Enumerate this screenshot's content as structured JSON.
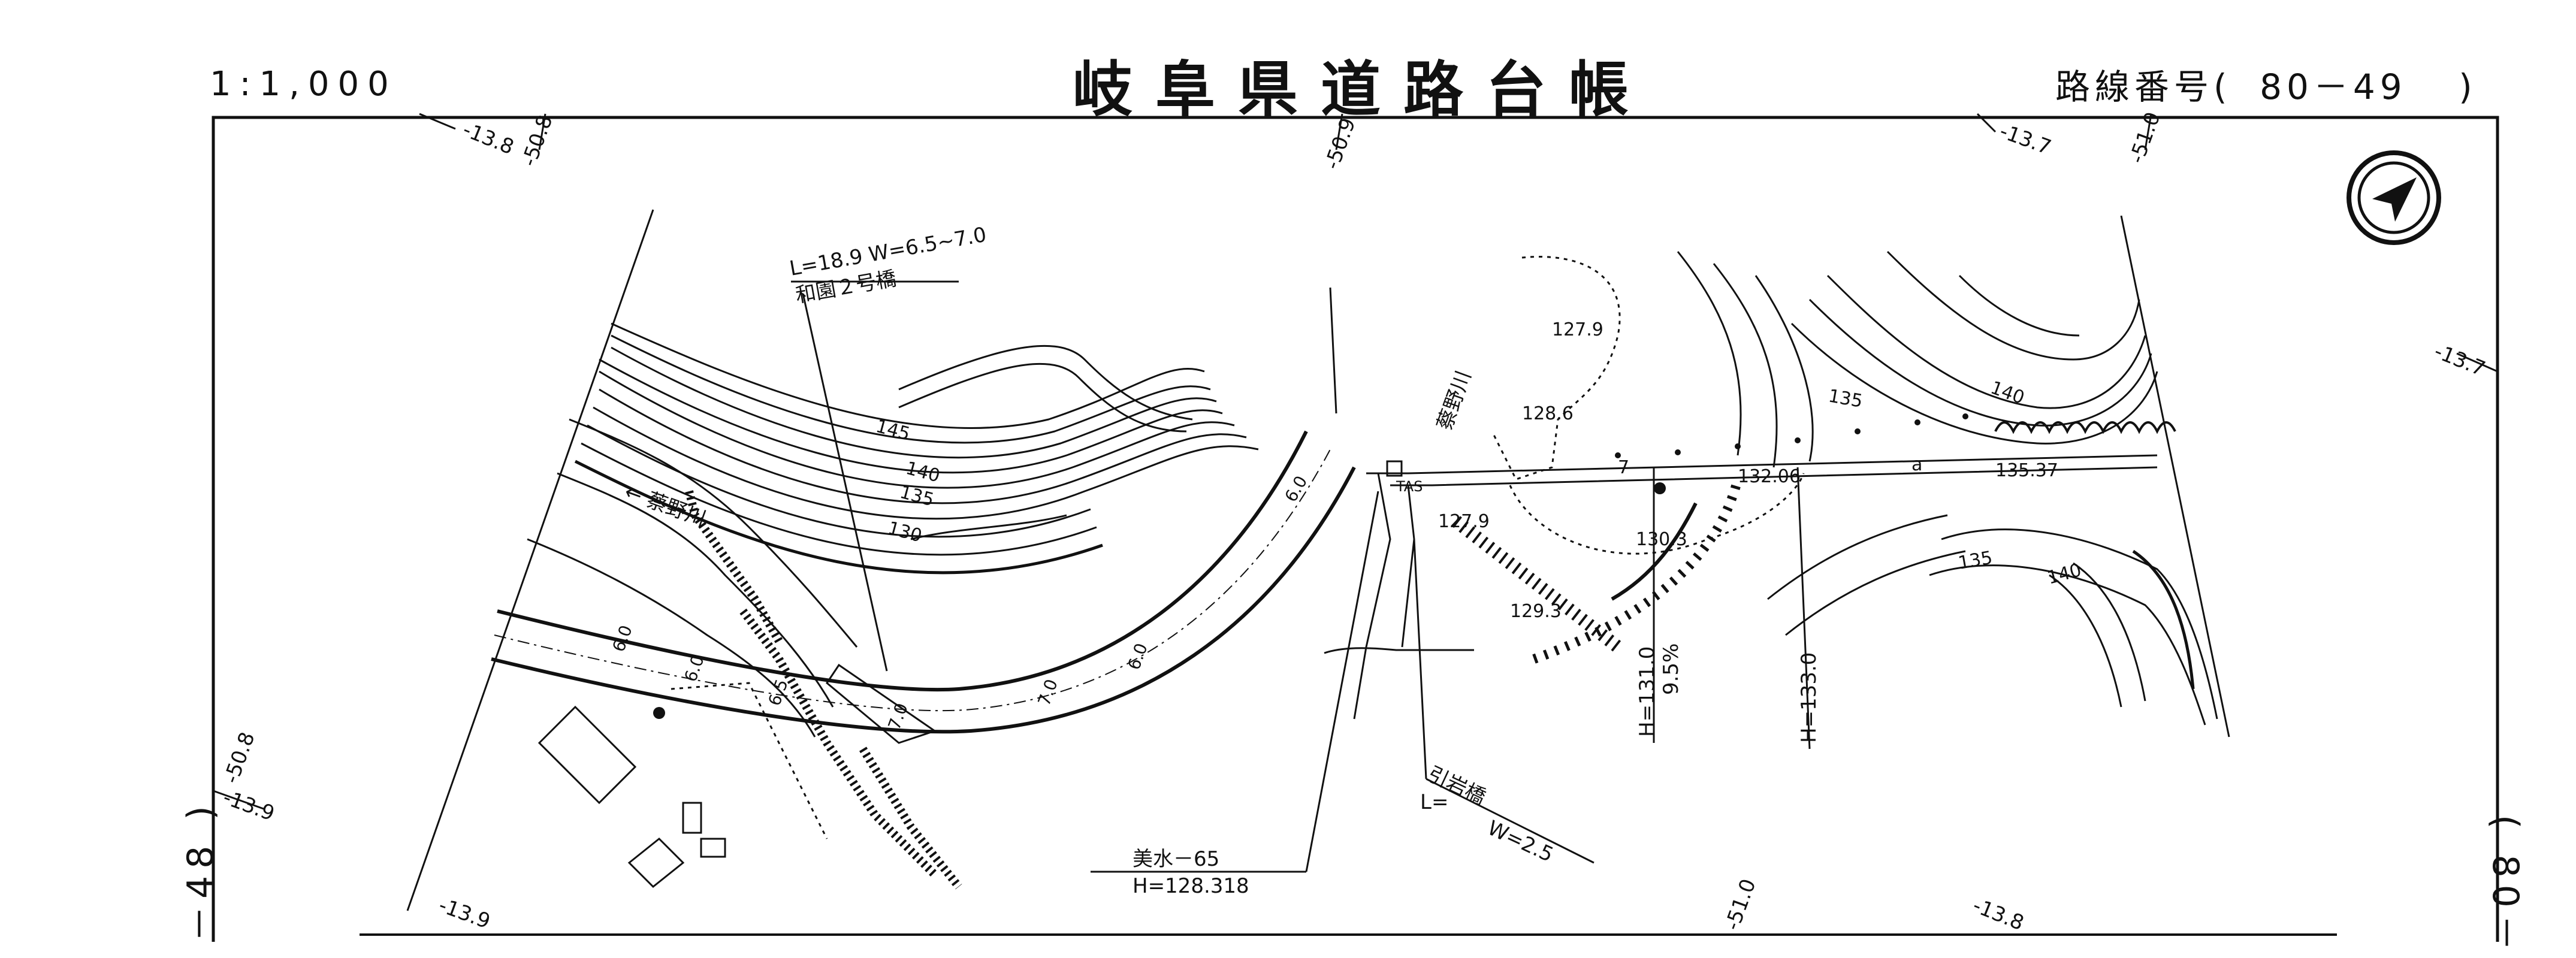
{
  "header": {
    "scale": "1:1,000",
    "title": "岐阜県道路台帳",
    "route_label": "路線番号(",
    "route_number": "80－49",
    "route_close": ")"
  },
  "side_labels": {
    "left_edge": "－48 )",
    "right_edge": "( 80－"
  },
  "grid_labels": {
    "top_left_a": "-13.8",
    "top_left_b": "-50.8",
    "top_mid": "-50.9",
    "top_right_a": "-13.7",
    "top_right_b": "-51.0",
    "right_mid": "-13.7",
    "left_a": "-50.8",
    "left_b": "-13.9",
    "bottom_left": "-13.9",
    "bottom_mid": "-51.0",
    "bottom_right": "-13.8"
  },
  "annotations": {
    "bridge1_dims": "L=18.9 W=6.5~7.0",
    "bridge1_name": "和園２号橋",
    "river_name": "← 蔡野川",
    "river_name2": "蔡野川",
    "bridge2_name": "引岩橋",
    "bridge2_L": "L=",
    "bridge2_W": "W=2.5",
    "benchmark_name": "美水－65",
    "benchmark_height": "H=128.318",
    "spot_h1": "H=131.0",
    "gradient": "9.5%",
    "spot_h2": "H=133.0",
    "elev_127_9a": "127.9",
    "elev_127_9b": "127.9",
    "elev_128_6": "128.6",
    "elev_130_3": "130.3",
    "elev_129_3": "129.3",
    "elev_132_06": "132.06",
    "elev_135_37": "135.37",
    "contour_145": "145",
    "contour_140": "140",
    "contour_135": "135",
    "contour_130": "130",
    "contour_135r": "135",
    "contour_140r": "140",
    "contour_135b": "135",
    "contour_140b": "140",
    "width_6_0a": "6.0",
    "width_6_0b": "6.0",
    "width_6_5": "6.5",
    "width_7_0a": "7.0",
    "width_7_0b": "7.0",
    "width_6_0c": "6.0",
    "width_6_0d": "6.0",
    "point_7": "7",
    "point_a": "a",
    "bridge_abut": "TAS"
  },
  "icons": {
    "north": "north-arrow-icon"
  }
}
